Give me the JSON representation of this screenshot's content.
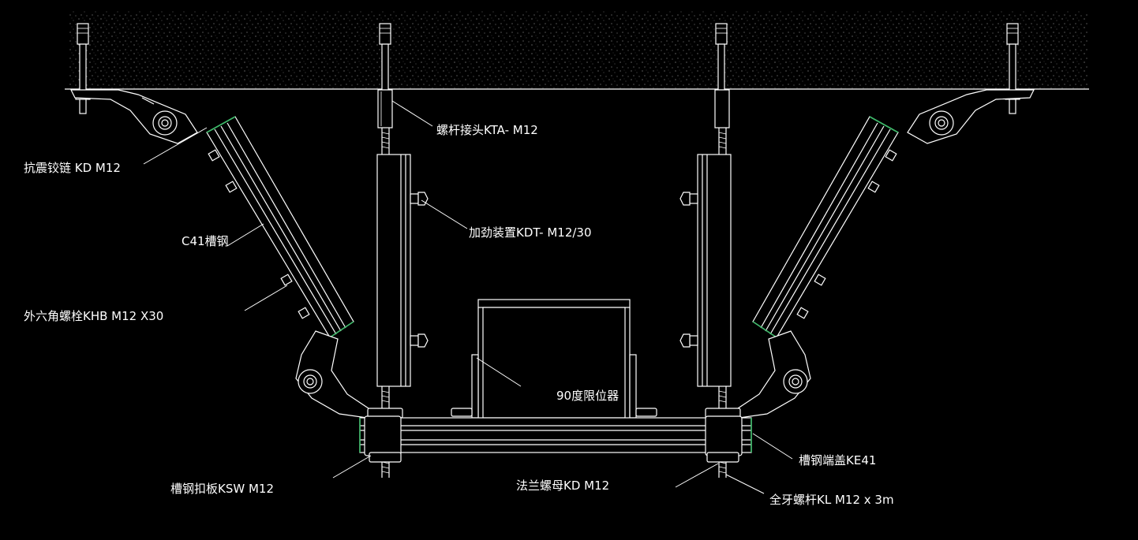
{
  "labels": {
    "kta": "螺杆接头KTA- M12",
    "kd_hinge": "抗震铰链 KD M12",
    "kdt": "加劲装置KDT- M12/30",
    "c41": "C41槽钢",
    "khb": "外六角螺栓KHB   M12 X30",
    "limiter": "90度限位器",
    "ke41": "槽钢端盖KE41",
    "ksw": "槽钢扣板KSW M12",
    "flange_nut": "法兰螺母KD     M12",
    "kl": "全牙螺杆KL  M12  x 3m"
  },
  "colors": {
    "background": "#000000",
    "line": "#ffffff",
    "accent": "#3dbb6a"
  }
}
